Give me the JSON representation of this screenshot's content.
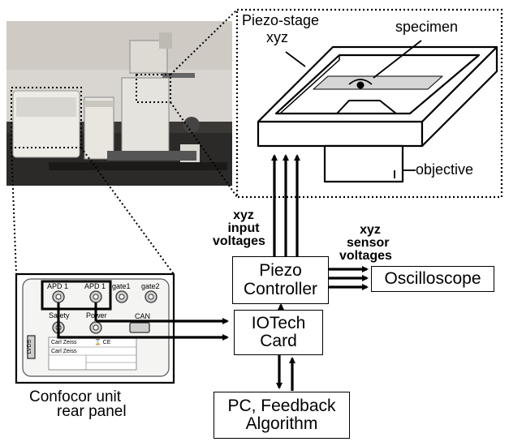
{
  "title": "",
  "labels": {
    "piezo_stage_line1": "Piezo-stage",
    "piezo_stage_line2": "xyz",
    "specimen": "specimen",
    "objective": "objective",
    "xyz_input_line1": "xyz",
    "xyz_input_line2": "input",
    "xyz_input_line3": "voltages",
    "xyz_sensor_line1": "xyz",
    "xyz_sensor_line2": "sensor",
    "xyz_sensor_line3": "voltages",
    "confocor_line1": "Confocor  unit",
    "confocor_line2": "rear panel"
  },
  "boxes": {
    "piezo_controller_line1": "Piezo",
    "piezo_controller_line2": "Controller",
    "oscilloscope": "Oscilloscope",
    "iotech_line1": "IOTech",
    "iotech_line2": "Card",
    "pc_line1": "PC, Feedback",
    "pc_line2": "Algorithm"
  },
  "panel_text": {
    "apd1_a": "APD 1",
    "apd1_b": "APD 1",
    "gate1": "gate1",
    "gate2": "gate2",
    "safety": "Safety",
    "power": "Power",
    "can": "CAN",
    "lvds": "LVDS",
    "carl_zeiss_1": "Carl Zeiss",
    "carl_zeiss_2": "Carl Zeiss",
    "marks": "⌛ CE"
  },
  "colors": {
    "line": "#000000",
    "photo_wall": "#d9d5d0",
    "photo_bench": "#2b2a28",
    "instrument_white": "#ecebe6",
    "panel_bg": "#f4f4f2"
  }
}
